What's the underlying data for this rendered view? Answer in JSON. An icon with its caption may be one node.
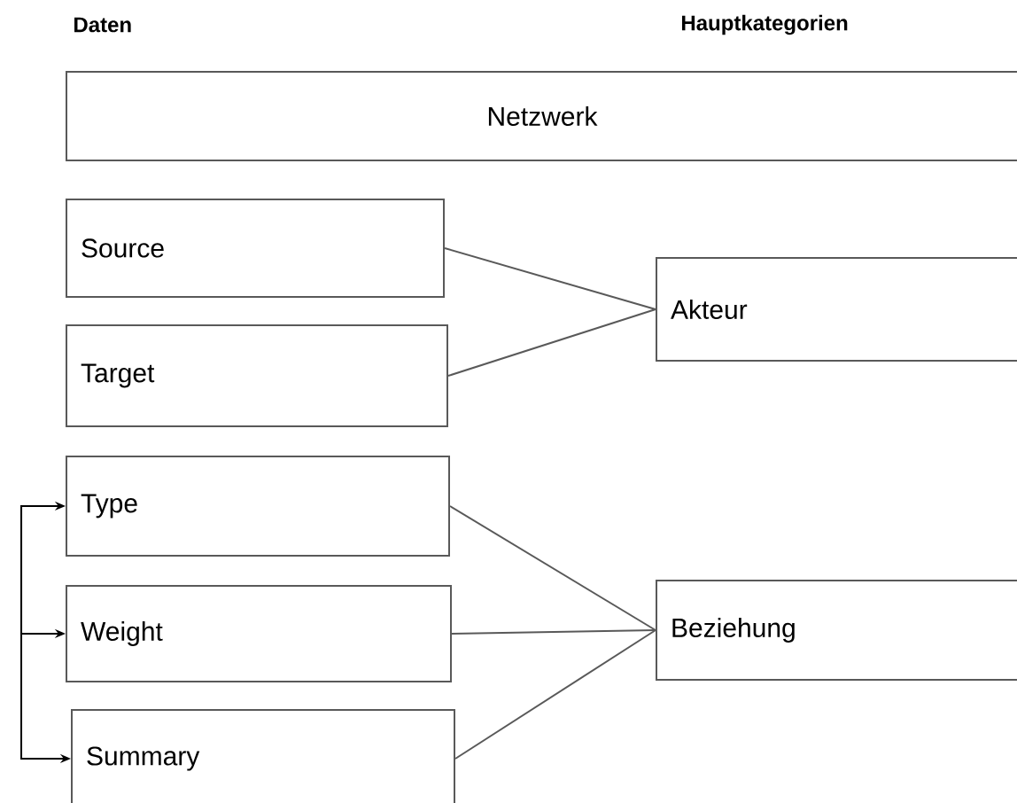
{
  "diagram": {
    "nodes": [
      {
        "text": [
          "Netzwerk"
        ]
      },
      {
        "text": [
          "Source"
        ]
      },
      {
        "text": [
          "Target"
        ]
      },
      {
        "text": [
          "Akteur"
        ]
      },
      {
        "text": [
          "Type"
        ]
      },
      {
        "text": [
          "Weight"
        ]
      },
      {
        "text": [
          "Summary"
        ]
      },
      {
        "text": [
          "Beziehung"
        ]
      }
    ],
    "edges": [
      {
        "from": 1,
        "to": 3,
        "arrow": "none"
      },
      {
        "from": 2,
        "to": 3,
        "arrow": "none"
      },
      {
        "from": 4,
        "to": 7,
        "arrow": "none"
      },
      {
        "from": 5,
        "to": 7,
        "arrow": "none"
      },
      {
        "from": 6,
        "to": 7,
        "arrow": "none"
      },
      {
        "from": null,
        "to": 4,
        "arrow": "to",
        "color": "#000000"
      },
      {
        "from": null,
        "to": 5,
        "arrow": "to",
        "color": "#000000"
      },
      {
        "from": null,
        "to": 6,
        "arrow": "to",
        "color": "#000000"
      }
    ],
    "labels": [
      "Daten",
      "Hauptkategorien"
    ]
  }
}
